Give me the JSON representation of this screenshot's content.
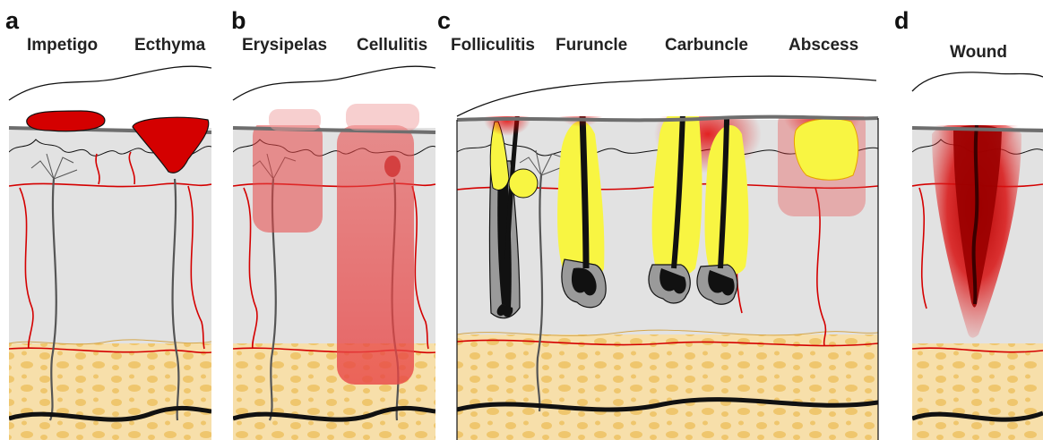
{
  "colors": {
    "dermis": "#e2e2e2",
    "epidermis_line": "#6e6e6e",
    "vessel": "#d40000",
    "fat": "#f7dfaa",
    "fat_cell": "#efc66d",
    "pus": "#f8f542",
    "inflammation": "#e20000",
    "hair": "#111111",
    "nerve": "#555555"
  },
  "panels": [
    {
      "letter": "a",
      "labels": [
        "Impetigo",
        "Ecthyma"
      ]
    },
    {
      "letter": "b",
      "labels": [
        "Erysipelas",
        "Cellulitis"
      ]
    },
    {
      "letter": "c",
      "labels": [
        "Folliculitis",
        "Furuncle",
        "Carbuncle",
        "Abscess"
      ]
    },
    {
      "letter": "d",
      "labels": [
        "Wound"
      ]
    }
  ]
}
